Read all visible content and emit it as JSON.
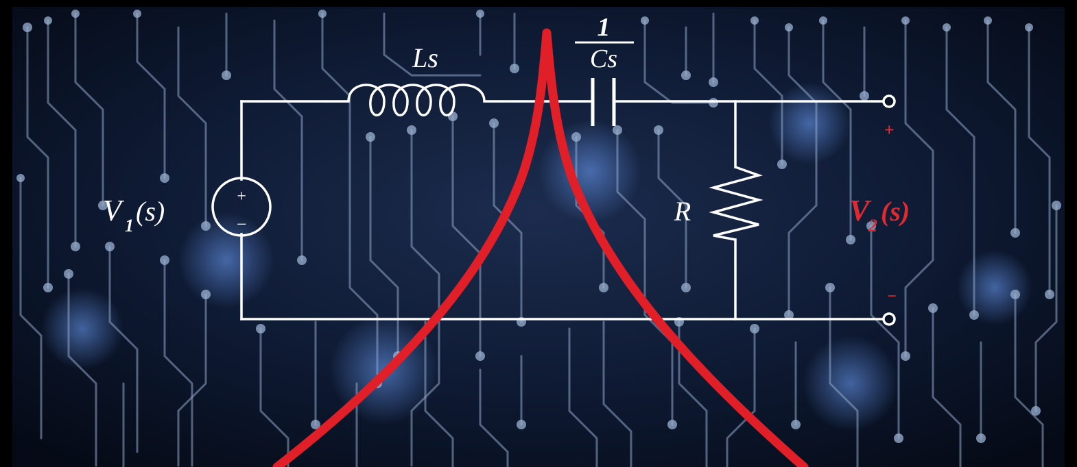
{
  "colors": {
    "background": "#0a1226",
    "trace": "#8fa6c6",
    "trace_glow": "#4f7fc2",
    "circuit": "#ffffff",
    "curve": "#e01f28",
    "output_label": "#e02a32"
  },
  "circuit": {
    "inductor_label": "Ls",
    "capacitor_label_numerator": "1",
    "capacitor_label_denominator": "Cs",
    "resistor_label": "R",
    "source": {
      "label_main": "V",
      "label_sub": "1",
      "label_arg": "(s)",
      "plus_sign": "+",
      "minus_sign": "−"
    },
    "output": {
      "label_main": "V",
      "label_sub": "2",
      "label_arg": "(s)",
      "plus_sign": "+",
      "minus_sign": "−"
    }
  },
  "icons": {
    "voltage_source": "voltage-source-icon",
    "inductor": "inductor-icon",
    "capacitor": "capacitor-icon",
    "resistor": "resistor-icon",
    "terminal": "terminal-icon",
    "resonance_curve": "resonance-curve-icon"
  }
}
